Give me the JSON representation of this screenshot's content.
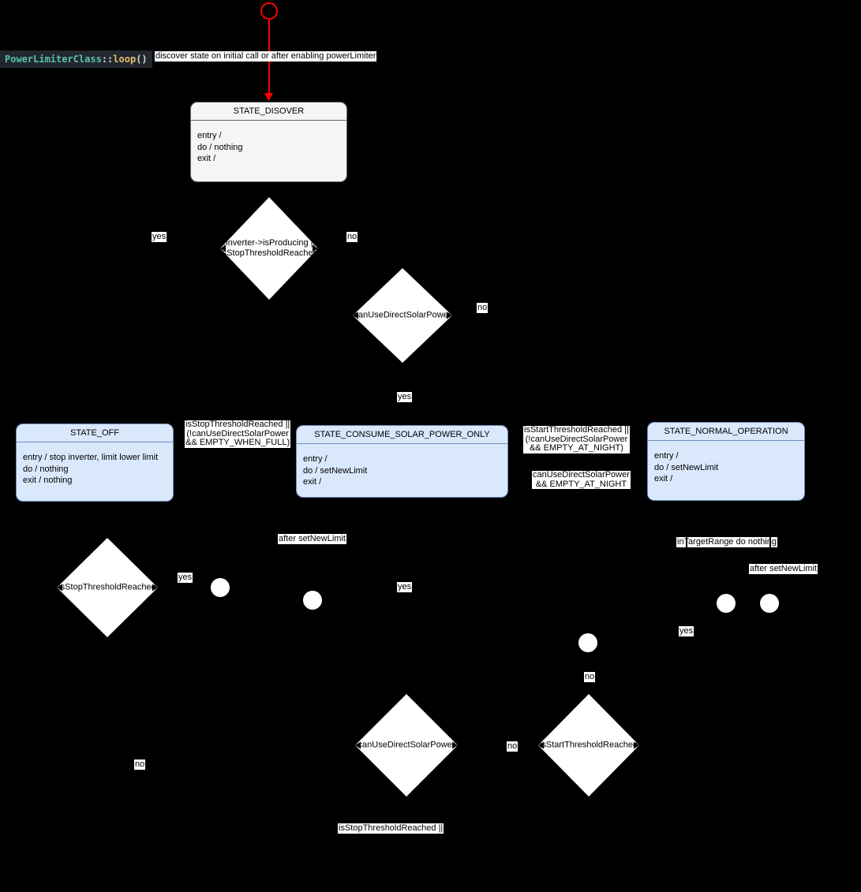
{
  "diagram": {
    "code_label": {
      "class_name": "PowerLimiterClass",
      "separator": "::",
      "method": "loop",
      "parens": "()"
    },
    "initial_label": "discover state on initial call or after enabling powerLimiter",
    "states": [
      {
        "title": "STATE_DISOVER",
        "lines": [
          "entry /",
          "do / nothing",
          "exit /"
        ]
      },
      {
        "title": "STATE_OFF",
        "lines": [
          "entry / stop inverter, limit lower limit",
          "do / nothing",
          "exit / nothing"
        ]
      },
      {
        "title": "STATE_CONSUME_SOLAR_POWER_ONLY",
        "lines": [
          "entry /",
          "do / setNewLimit",
          "exit /"
        ]
      },
      {
        "title": "STATE_NORMAL_OPERATION",
        "lines": [
          "entry /",
          "do / setNewLimit",
          "exit /"
        ]
      }
    ],
    "decisions": [
      {
        "text": "!Inverter->isProducing ||\nisStopThresholdReached"
      },
      {
        "text": "canUseDirectSolarPower"
      },
      {
        "text": "isStopThresholdReached"
      },
      {
        "text": "canUseDirectSolarPower"
      },
      {
        "text": "isStartThresholdReached"
      }
    ],
    "labels": [
      {
        "text": "yes"
      },
      {
        "text": "no"
      },
      {
        "text": "no"
      },
      {
        "text": "yes"
      },
      {
        "text": "isStopThresholdReached ||\n(!canUseDirectSolarPower\n&& EMPTY_WHEN_FULL)"
      },
      {
        "text": "isStartThresholdReached ||\n(!canUseDirectSolarPower\n&& EMPTY_AT_NIGHT)"
      },
      {
        "text": "canUseDirectSolarPower\n&& EMPTY_AT_NIGHT"
      },
      {
        "text": "after setNewLimit"
      },
      {
        "text": "yes"
      },
      {
        "text": "yes"
      },
      {
        "text": "inTargetRange do nothing"
      },
      {
        "text": "after setNewLimit"
      },
      {
        "text": "yes"
      },
      {
        "text": "no"
      },
      {
        "text": "no"
      },
      {
        "text": "no"
      },
      {
        "text": "isStopThresholdReached ||"
      }
    ],
    "colors": {
      "background": "#000000",
      "state_gray_fill": "#f5f5f5",
      "state_gray_border": "#666666",
      "state_blue_fill": "#dae8fc",
      "state_blue_border": "#6c8ebf",
      "accent_red": "#ff0000",
      "label_bg": "#ffffff",
      "text": "#000000",
      "code_bg": "#23272e",
      "code_class": "#56c2b0",
      "code_method": "#e3c069"
    }
  }
}
